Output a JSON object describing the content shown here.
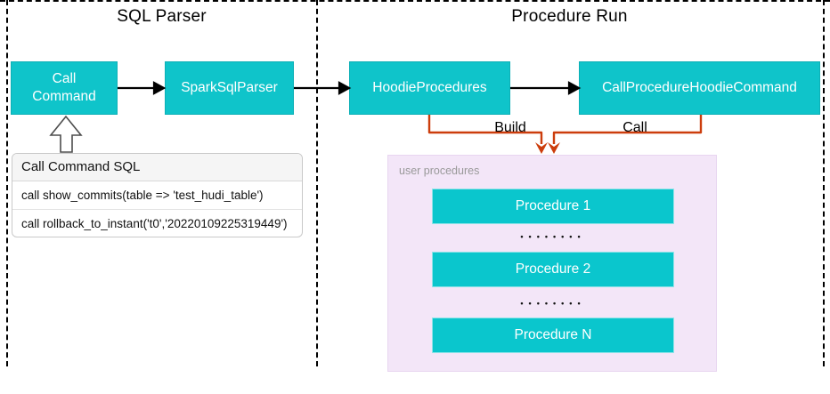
{
  "sections": {
    "sql_parser": {
      "title": "SQL Parser"
    },
    "procedure_run": {
      "title": "Procedure Run"
    }
  },
  "nodes": {
    "call_command": "Call Command",
    "spark_sql_parser": "SparkSqlParser",
    "hoodie_procedures": "HoodieProcedures",
    "call_procedure_hoodie_command": "CallProcedureHoodieCommand"
  },
  "edges": {
    "build_label": "Build",
    "call_label": "Call"
  },
  "sql_box": {
    "title": "Call Command SQL",
    "rows": [
      "call show_commits(table => 'test_hudi_table')",
      "call rollback_to_instant('t0','20220109225319449')"
    ]
  },
  "user_procedures": {
    "label": "user procedures",
    "items": [
      "Procedure 1",
      "Procedure 2",
      "Procedure N"
    ],
    "dots": "••••••••"
  },
  "colors": {
    "node_teal": "#0fc4ca",
    "connector_orange": "#cc3d0c",
    "panel_pink": "#f3e6f8",
    "label_gray": "#999999",
    "arrow_black": "#000000"
  }
}
